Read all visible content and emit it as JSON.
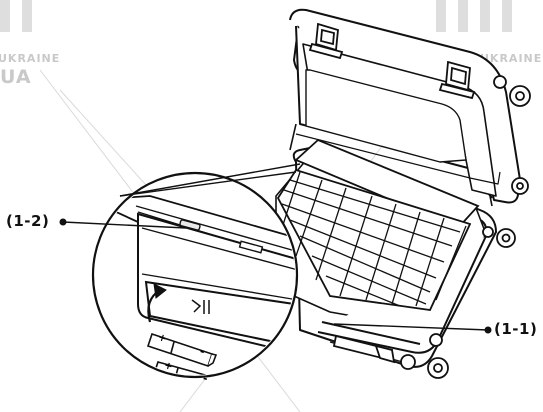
{
  "watermark": {
    "line1": "UKRAINE",
    "line2": "UA"
  },
  "labels": {
    "battery_door": "(1-2)",
    "suitcase_part": "(1-1)"
  },
  "battery_signs": {
    "plus": "+",
    "minus": "-"
  }
}
